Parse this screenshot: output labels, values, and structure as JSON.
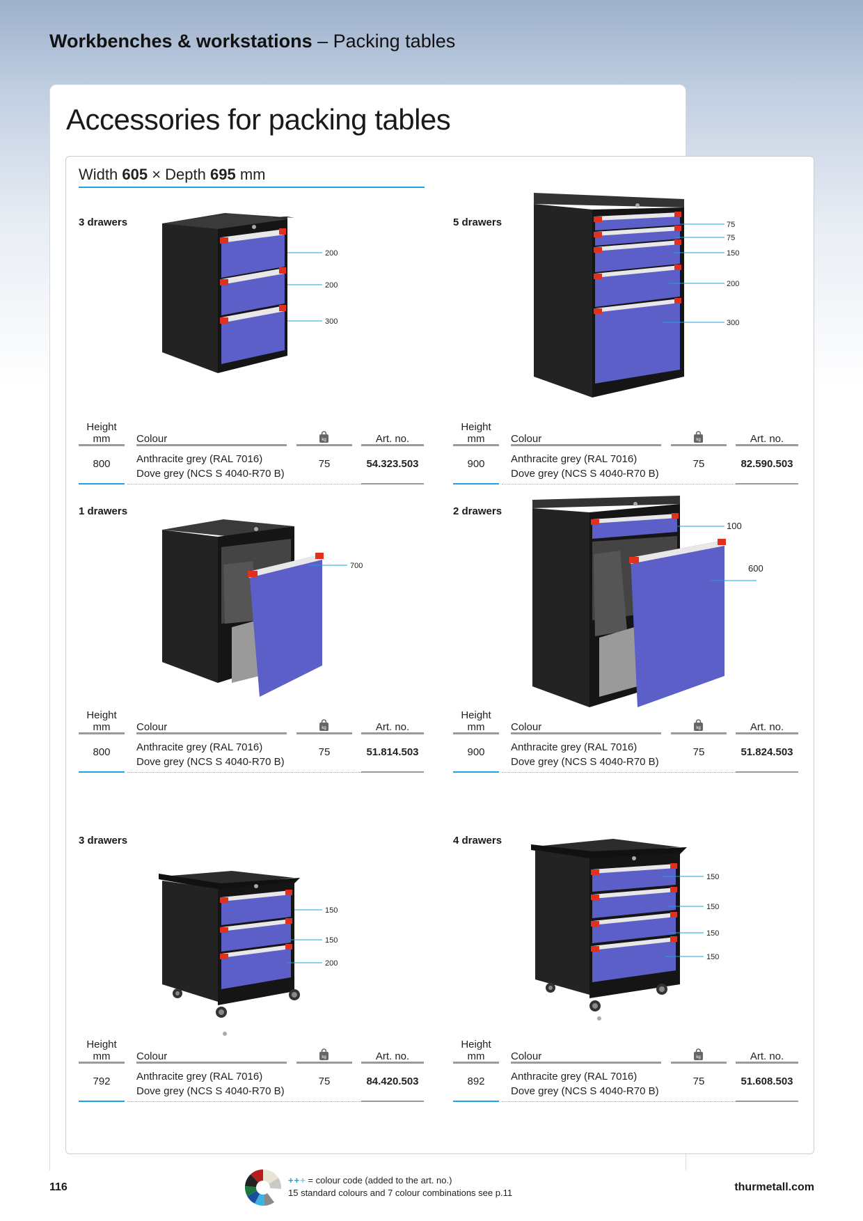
{
  "header": {
    "section": "Workbenches & workstations",
    "dash": " – ",
    "subsection": "Packing tables"
  },
  "page_heading": "Accessories for packing tables",
  "dimensions": {
    "width_label": "Width",
    "width_value": "605",
    "times": " × ",
    "depth_label": "Depth",
    "depth_value": "695",
    "unit": "mm"
  },
  "table_headers": {
    "height": "Height",
    "height_unit": "mm",
    "colour": "Colour",
    "weight_icon": "kg",
    "art_no": "Art. no."
  },
  "products": [
    {
      "title": "3 drawers",
      "drawer_heights": [
        "200",
        "200",
        "300"
      ],
      "height": "800",
      "colour_line1": "Anthracite grey (RAL 7016)",
      "colour_line2": "Dove grey (NCS S 4040-R70 B)",
      "weight": "75",
      "art_no": "54.323.503"
    },
    {
      "title": "5 drawers",
      "drawer_heights": [
        "75",
        "75",
        "150",
        "200",
        "300"
      ],
      "height": "900",
      "colour_line1": "Anthracite grey (RAL 7016)",
      "colour_line2": "Dove grey (NCS S 4040-R70 B)",
      "weight": "75",
      "art_no": "82.590.503"
    },
    {
      "title": "1 drawers",
      "drawer_heights": [
        "700"
      ],
      "height": "800",
      "colour_line1": "Anthracite grey (RAL 7016)",
      "colour_line2": "Dove grey (NCS S 4040-R70 B)",
      "weight": "75",
      "art_no": "51.814.503"
    },
    {
      "title": "2 drawers",
      "drawer_heights": [
        "100",
        "600"
      ],
      "height": "900",
      "colour_line1": "Anthracite grey (RAL 7016)",
      "colour_line2": "Dove grey (NCS S 4040-R70 B)",
      "weight": "75",
      "art_no": "51.824.503"
    },
    {
      "title": "3 drawers",
      "drawer_heights": [
        "150",
        "150",
        "200"
      ],
      "height": "792",
      "colour_line1": "Anthracite grey (RAL 7016)",
      "colour_line2": "Dove grey (NCS S 4040-R70 B)",
      "weight": "75",
      "art_no": "84.420.503"
    },
    {
      "title": "4 drawers",
      "drawer_heights": [
        "150",
        "150",
        "150",
        "150"
      ],
      "height": "892",
      "colour_line1": "Anthracite grey (RAL 7016)",
      "colour_line2": "Dove grey (NCS S 4040-R70 B)",
      "weight": "75",
      "art_no": "51.608.503"
    }
  ],
  "footer": {
    "page_number": "116",
    "plus_signs": "++",
    "plus_light": "+",
    "note_line1": " = colour code (added to the art. no.)",
    "note_line2": "15 standard colours and 7 colour combinations see p.11",
    "website": "thurmetall.com"
  },
  "colors": {
    "accent": "#1aa3dc",
    "cabinet": "#1c1c1c",
    "drawer_front": "#5b5fc7",
    "handle_end": "#e0311f"
  }
}
